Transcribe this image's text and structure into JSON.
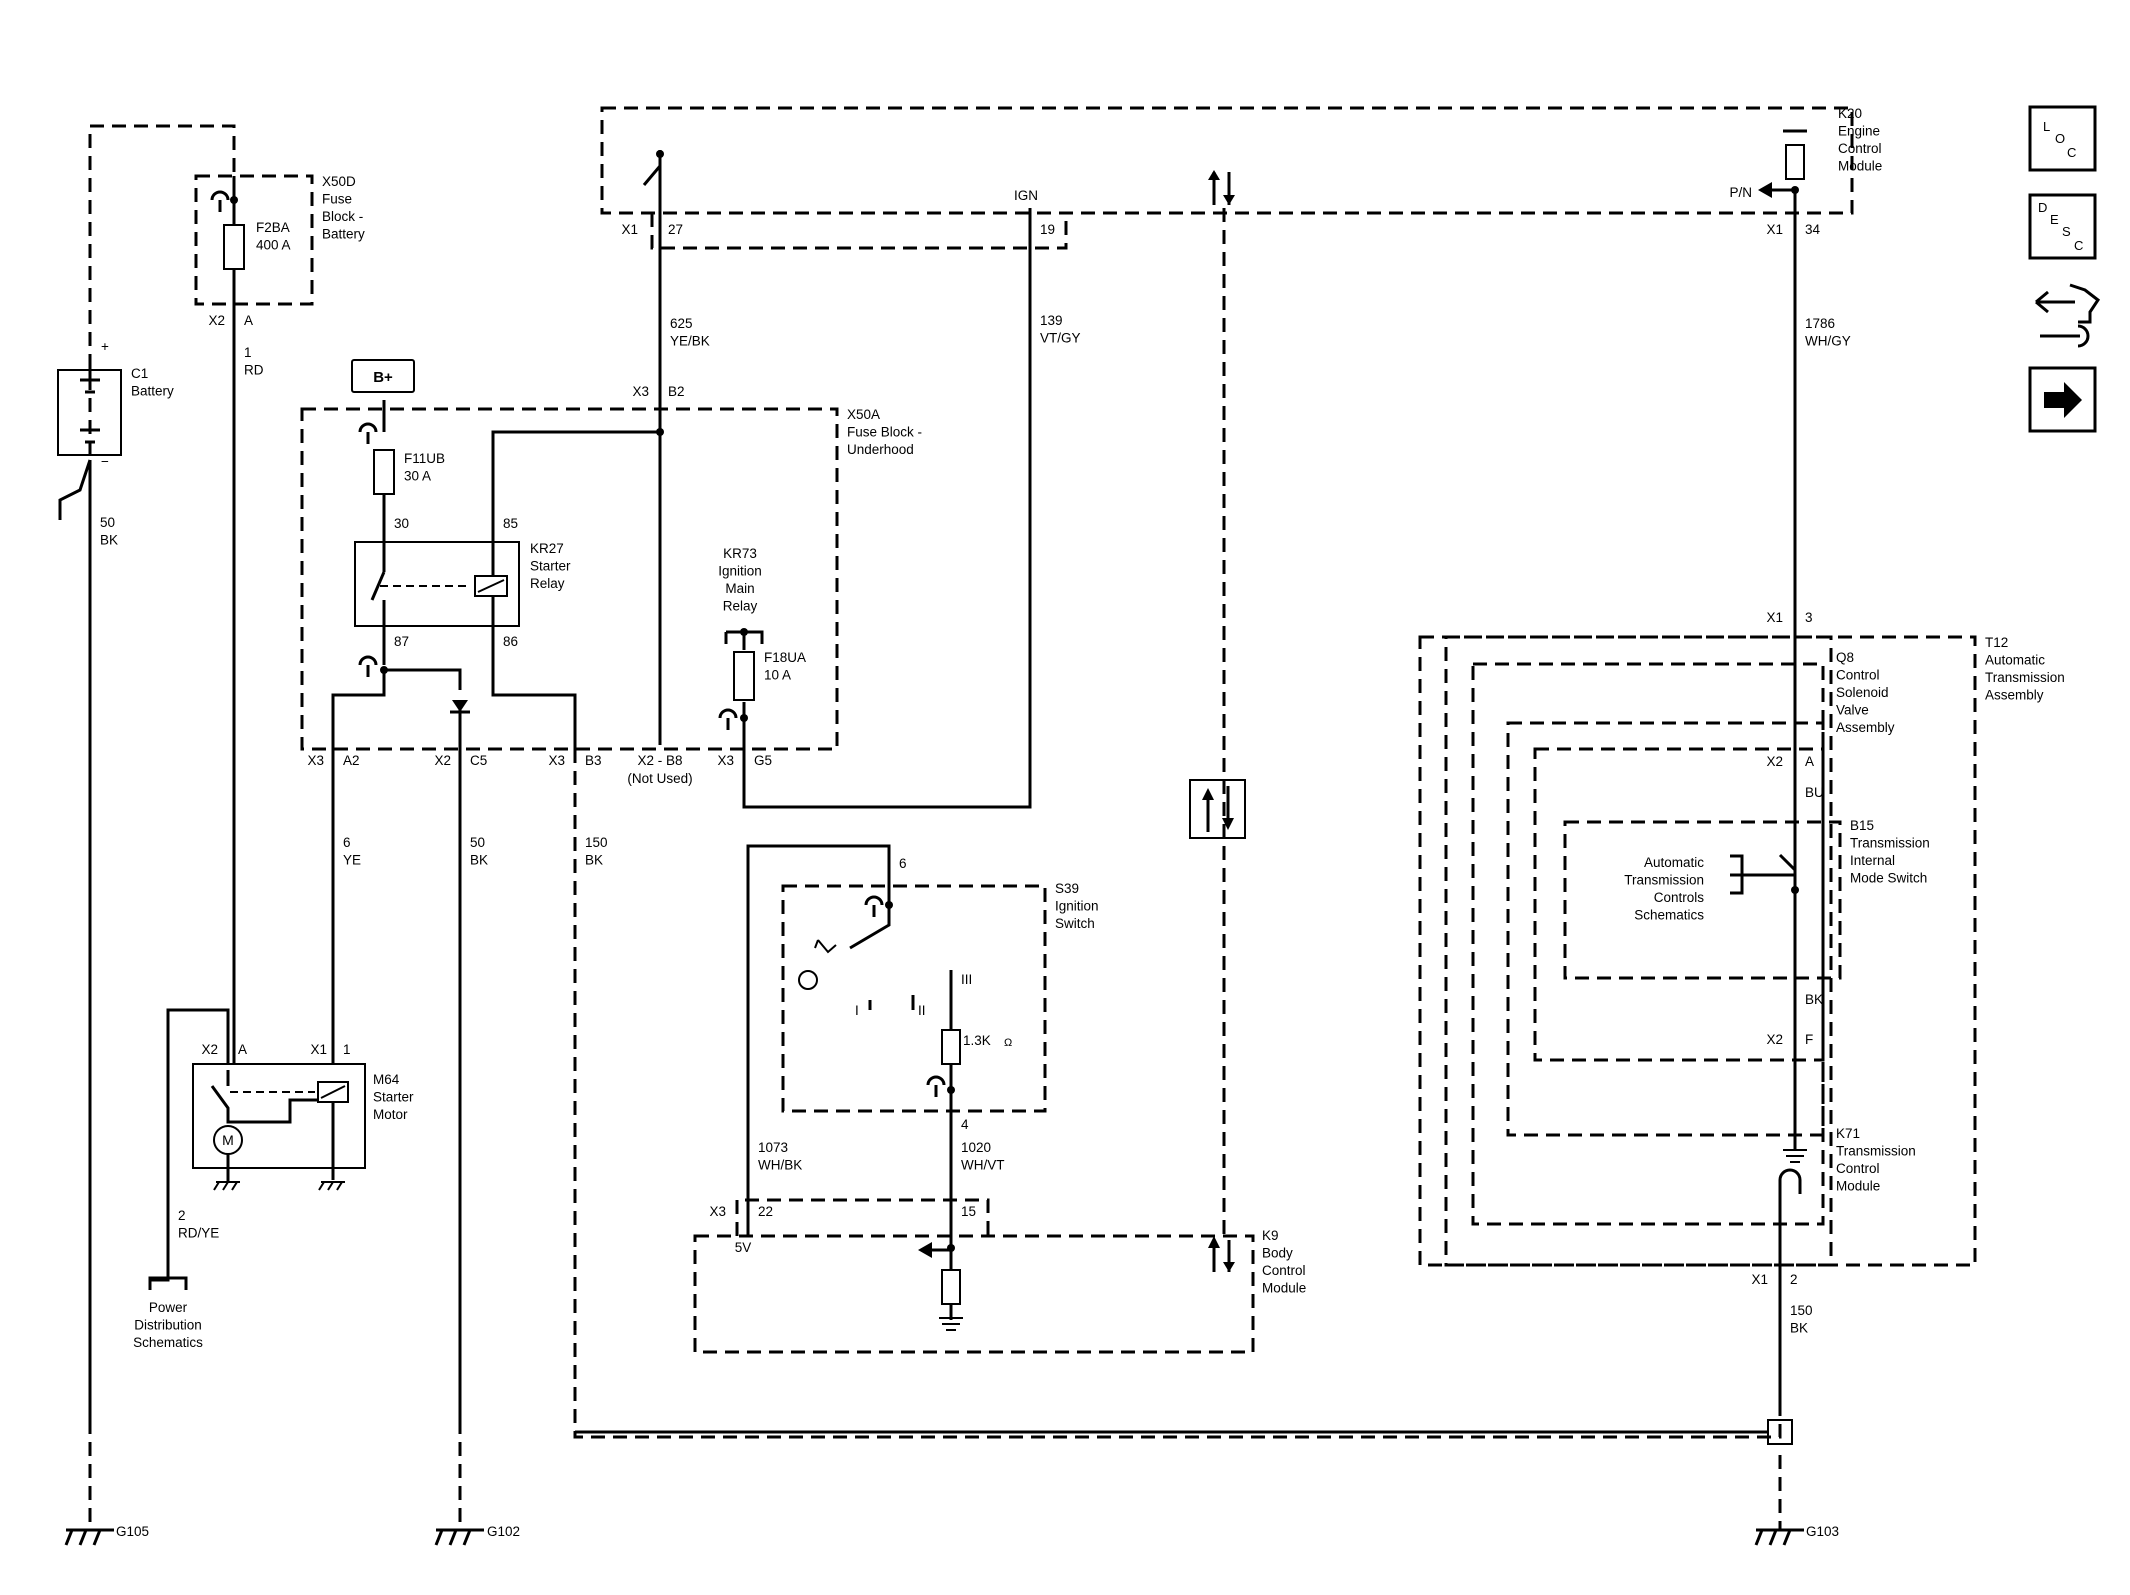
{
  "components": {
    "k20": [
      "K20",
      "Engine",
      "Control",
      "Module"
    ],
    "x50d": [
      "X50D",
      "Fuse",
      "Block -",
      "Battery"
    ],
    "f2ba": [
      "F2BA",
      "400 A"
    ],
    "c1": [
      "C1",
      "Battery"
    ],
    "x50a": [
      "X50A",
      "Fuse Block -",
      "Underhood"
    ],
    "f11ub": [
      "F11UB",
      "30 A"
    ],
    "kr27": [
      "KR27",
      "Starter",
      "Relay"
    ],
    "kr73": [
      "KR73",
      "Ignition",
      "Main",
      "Relay"
    ],
    "f18ua": [
      "F18UA",
      "10 A"
    ],
    "m64": [
      "M64",
      "Starter",
      "Motor"
    ],
    "s39": [
      "S39",
      "Ignition",
      "Switch"
    ],
    "k9": [
      "K9",
      "Body",
      "Control",
      "Module"
    ],
    "t12": [
      "T12",
      "Automatic",
      "Transmission",
      "Assembly"
    ],
    "q8": [
      "Q8",
      "Control",
      "Solenoid",
      "Valve",
      "Assembly"
    ],
    "b15": [
      "B15",
      "Transmission",
      "Internal",
      "Mode Switch"
    ],
    "k71": [
      "K71",
      "Transmission",
      "Control",
      "Module"
    ],
    "atc": [
      "Automatic",
      "Transmission",
      "Controls",
      "Schematics"
    ],
    "pds": [
      "Power",
      "Distribution",
      "Schematics"
    ],
    "b_plus": "B+",
    "motor_m": "M",
    "resistor_s39": "1.3K",
    "ohm": "Ω"
  },
  "wires": {
    "w1": [
      "1",
      "RD"
    ],
    "w50_battery": [
      "50",
      "BK"
    ],
    "w625": [
      "625",
      "YE/BK"
    ],
    "w139": [
      "139",
      "VT/GY"
    ],
    "w1786": [
      "1786",
      "WH/GY"
    ],
    "w6": [
      "6",
      "YE"
    ],
    "w50_x50a": [
      "50",
      "BK"
    ],
    "w150_x50a": [
      "150",
      "BK"
    ],
    "w2": [
      "2",
      "RD/YE"
    ],
    "w1073": [
      "1073",
      "WH/BK"
    ],
    "w1020": [
      "1020",
      "WH/VT"
    ],
    "w150_k71": [
      "150",
      "BK"
    ],
    "bu": "BU",
    "bk_b15": "BK"
  },
  "pins": {
    "x2_a_x50d": "X2",
    "a_x50d": "A",
    "x1_27": "X1",
    "p27": "27",
    "ign": "IGN",
    "p19": "19",
    "pn": "P/N",
    "x1_34": "X1",
    "p34": "34",
    "x3_b2": "X3",
    "b2": "B2",
    "p30": "30",
    "p85": "85",
    "p87": "87",
    "p86": "86",
    "x3_a2": "X3",
    "a2": "A2",
    "x2_c5": "X2",
    "c5": "C5",
    "x3_b3": "X3",
    "b3": "B3",
    "x2_b8": "X2 - B8",
    "not_used": "(Not Used)",
    "x3_g5": "X3",
    "g5": "G5",
    "x2_m64": "X2",
    "a_m64": "A",
    "x1_m64": "X1",
    "p1_m64": "1",
    "p6_s39": "6",
    "p4_s39": "4",
    "roman_3": "III",
    "roman_1": "I",
    "roman_2": "II",
    "x3_22": "X3",
    "p22": "22",
    "p15": "15",
    "v5": "5V",
    "x1_3": "X1",
    "p3": "3",
    "x2_a_q8": "X2",
    "a_q8": "A",
    "x2_f": "X2",
    "f": "F",
    "x1_2": "X1",
    "p2": "2",
    "plus": "+",
    "minus": "−"
  },
  "grounds": {
    "g105": "G105",
    "g102": "G102",
    "g103": "G103"
  },
  "side_icons": {
    "loc": [
      "L",
      "O",
      "C"
    ],
    "desc": [
      "D",
      "E",
      "S",
      "C"
    ],
    "wrench": "connector-wrench-icon",
    "next": "arrow-right-icon"
  }
}
